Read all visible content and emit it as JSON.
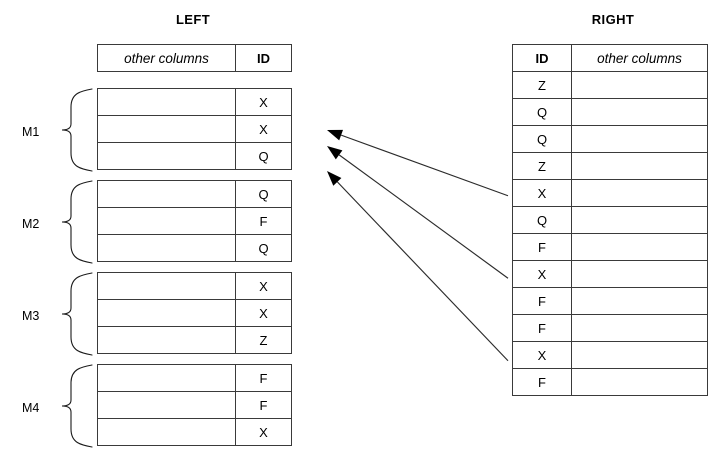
{
  "diagram": {
    "type": "join-illustration",
    "background_color": "#ffffff",
    "line_color": "#3a3a3a",
    "text_color": "#000000"
  },
  "left": {
    "title": "LEFT",
    "header": {
      "other_columns": "other columns",
      "id": "ID"
    },
    "column_order": [
      "other columns",
      "ID"
    ],
    "groups": [
      {
        "label": "M1",
        "rows": [
          {
            "id": "X"
          },
          {
            "id": "X"
          },
          {
            "id": "Q"
          }
        ]
      },
      {
        "label": "M2",
        "rows": [
          {
            "id": "Q"
          },
          {
            "id": "F"
          },
          {
            "id": "Q"
          }
        ]
      },
      {
        "label": "M3",
        "rows": [
          {
            "id": "X"
          },
          {
            "id": "X"
          },
          {
            "id": "Z"
          }
        ]
      },
      {
        "label": "M4",
        "rows": [
          {
            "id": "F"
          },
          {
            "id": "F"
          },
          {
            "id": "X"
          }
        ]
      }
    ]
  },
  "right": {
    "title": "RIGHT",
    "header": {
      "id": "ID",
      "other_columns": "other columns"
    },
    "column_order": [
      "ID",
      "other columns"
    ],
    "rows": [
      {
        "id": "Z"
      },
      {
        "id": "Q"
      },
      {
        "id": "Q"
      },
      {
        "id": "Z"
      },
      {
        "id": "X"
      },
      {
        "id": "Q"
      },
      {
        "id": "F"
      },
      {
        "id": "X"
      },
      {
        "id": "F"
      },
      {
        "id": "F"
      },
      {
        "id": "X"
      },
      {
        "id": "F"
      }
    ]
  },
  "arrows": [
    {
      "from_row_index": 4,
      "from_id": "X",
      "direction": "right-to-left"
    },
    {
      "from_row_index": 7,
      "from_id": "X",
      "direction": "right-to-left"
    },
    {
      "from_row_index": 10,
      "from_id": "X",
      "direction": "right-to-left"
    }
  ]
}
